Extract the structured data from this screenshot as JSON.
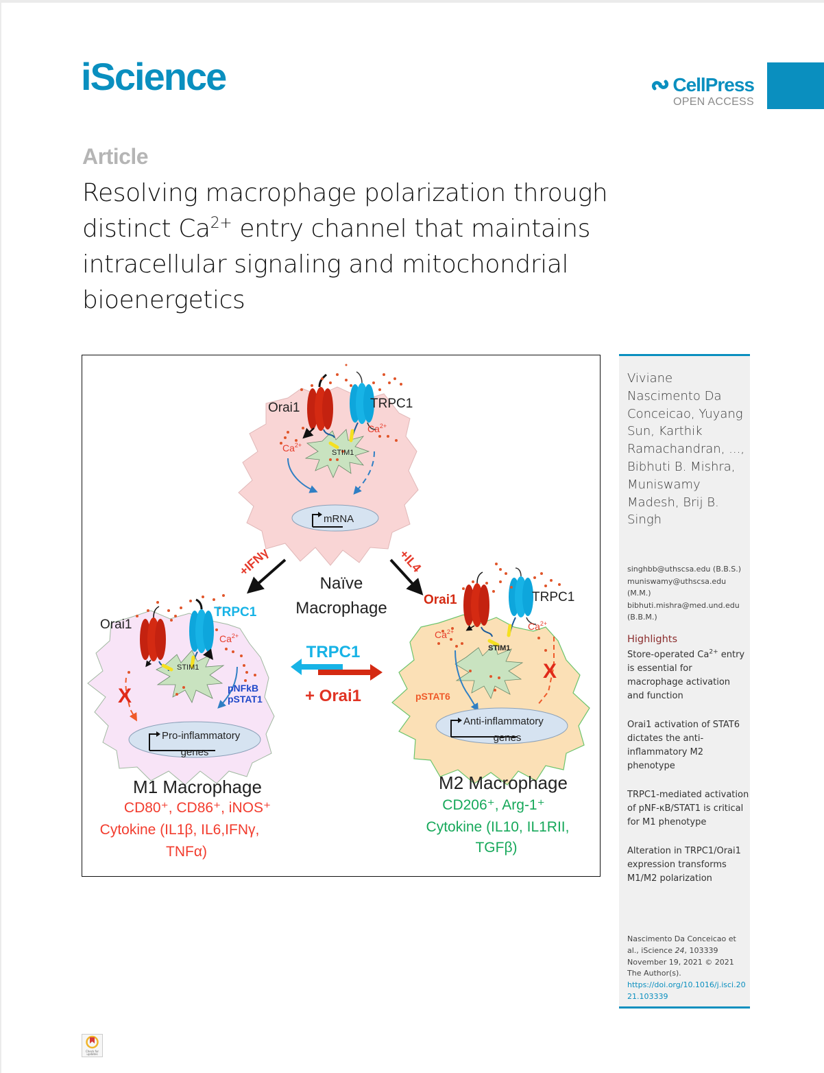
{
  "header": {
    "journal": "iScience",
    "publisher": "CellPress",
    "publisher_sub": "OPEN ACCESS",
    "brand_color": "#0a8fbf"
  },
  "article": {
    "type": "Article",
    "title_part1": "Resolving macrophage polarization through distinct Ca",
    "title_sup": "2+",
    "title_part2": " entry channel that maintains intracellular signaling and mitochondrial bioenergetics"
  },
  "graphical_abstract": {
    "naive_cell": {
      "orai1_label": "Orai1",
      "trpc1_label": "TRPC1",
      "ca_left": "Ca",
      "ca_right": "Ca",
      "ca_sup": "2+",
      "stim1_label": "STIM1",
      "nucleus_label": "mRNA",
      "title_line1": "Naïve",
      "title_line2": "Macrophage"
    },
    "arrows": {
      "left_stimulus": "+IFNγ",
      "right_stimulus": "+IL4",
      "center_top": "TRPC1",
      "center_bottom": "+ Orai1"
    },
    "m1_cell": {
      "orai1_label": "Orai1",
      "trpc1_label": "TRPC1",
      "ca_label": "Ca",
      "ca_sup": "2+",
      "stim1_label": "STIM1",
      "blocked_mark": "X",
      "signal_line1": "pNFkB",
      "signal_line2": "pSTAT1",
      "nucleus_line1": "Pro-inflammatory",
      "nucleus_line2": "genes",
      "title": "M1 Macrophage",
      "markers_line1": "CD80⁺, CD86⁺, iNOS⁺",
      "markers_line2": "Cytokine (IL1β, IL6,IFNγ,",
      "markers_line3": "TNFα)"
    },
    "m2_cell": {
      "orai1_label": "Orai1",
      "trpc1_label": "TRPC1",
      "ca_left": "Ca",
      "ca_right": "Ca",
      "ca_sup": "2+",
      "stim1_label": "STIM1",
      "blocked_mark": "X",
      "signal_label": "pSTAT6",
      "nucleus_line1": "Anti-inflammatory",
      "nucleus_line2": "genes",
      "title": "M2 Macrophage",
      "markers_line1": "CD206⁺, Arg-1⁺",
      "markers_line2": "Cytokine (IL10, IL1RII,",
      "markers_line3": "TGFβ)"
    },
    "colors": {
      "orai1": "#d42a12",
      "trpc1": "#17b3e6",
      "stim1": "#c9e3c0",
      "naive_cell": "#f9d5d5",
      "m1_cell": "#f8e4f7",
      "m2_cell": "#fbe0b6",
      "nucleus": "#d6e3f1",
      "m1_text": "#f23c2e",
      "m2_text": "#16a85a"
    }
  },
  "sidebar": {
    "authors": "Viviane Nascimento Da Conceicao, Yuyang Sun, Karthik Ramachandran, ..., Bibhuti B. Mishra, Muniswamy Madesh, Brij B. Singh",
    "emails": [
      "singhbb@uthscsa.edu (B.B.S.)",
      "muniswamy@uthscsa.edu (M.M.)",
      "bibhuti.mishra@med.und.edu (B.B.M.)"
    ],
    "highlights_heading": "Highlights",
    "highlights": [
      {
        "pre": "Store-operated Ca",
        "sup": "2+",
        "post": " entry is essential for macrophage activation and function"
      },
      {
        "pre": "Orai1 activation of STAT6 dictates the anti-inflammatory M2 phenotype",
        "sup": "",
        "post": ""
      },
      {
        "pre": "TRPC1-mediated activation of pNF-κB/STAT1 is critical for M1 phenotype",
        "sup": "",
        "post": ""
      },
      {
        "pre": "Alteration in TRPC1/Orai1 expression transforms M1/M2 polarization",
        "sup": "",
        "post": ""
      }
    ],
    "citation": {
      "authors": "Nascimento Da Conceicao et al., iScience ",
      "volume": "24",
      "rest": ", 103339 November 19, 2021 © 2021 The Author(s).",
      "doi": "https://doi.org/10.1016/j.isci.2021.103339"
    }
  },
  "footer": {
    "crossmark_label": "Check for updates"
  }
}
